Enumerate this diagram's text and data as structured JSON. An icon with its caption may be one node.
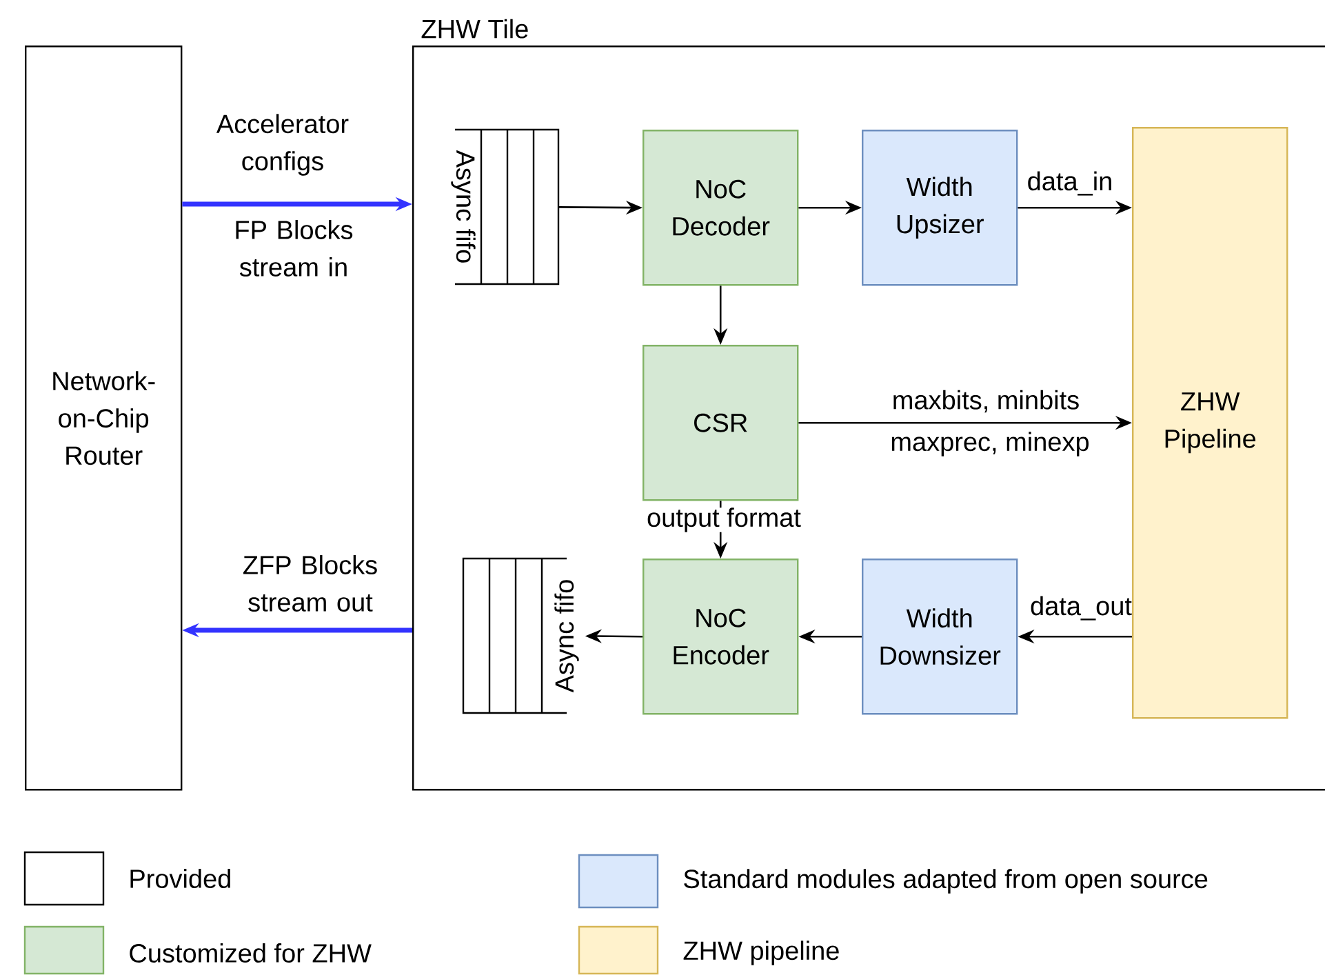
{
  "diagram": {
    "nodes": [
      {
        "text": [
          "Network-on-Chip Router"
        ]
      },
      {
        "text": [
          "ZHW Tile"
        ]
      },
      {
        "text": [
          "Async fifo"
        ],
        "in": 1
      },
      {
        "text": [
          "NoC Decoder"
        ],
        "in": 1
      },
      {
        "text": [
          "Width Upsizer"
        ],
        "in": 1
      },
      {
        "text": [
          "ZHW Pipeline"
        ],
        "in": 1
      },
      {
        "text": [
          "CSR"
        ],
        "in": 1
      },
      {
        "text": [
          "Async fifo"
        ],
        "in": 1
      },
      {
        "text": [
          "NoC Encoder"
        ],
        "in": 1
      },
      {
        "text": [
          "Width Downsizer"
        ],
        "in": 1
      }
    ],
    "edges": [
      {
        "from": 0,
        "to": 1,
        "arrow": "to",
        "label": "Accelerator configs",
        "style": "thick",
        "color": "#3333ff"
      },
      {
        "from": 2,
        "to": 3,
        "arrow": "to"
      },
      {
        "from": 3,
        "to": 4,
        "arrow": "to"
      },
      {
        "from": 4,
        "to": 5,
        "arrow": "to",
        "label": "data_in"
      },
      {
        "from": 3,
        "to": 6,
        "arrow": "to"
      },
      {
        "from": 6,
        "to": 5,
        "arrow": "to",
        "label": "maxbits, minbits"
      },
      {
        "from": 6,
        "to": 8,
        "arrow": "to",
        "label": "output format"
      },
      {
        "from": 5,
        "to": 9,
        "arrow": "to",
        "label": "data_out"
      },
      {
        "from": 9,
        "to": 8,
        "arrow": "to"
      },
      {
        "from": 8,
        "to": 7,
        "arrow": "to"
      },
      {
        "from": 1,
        "to": 0,
        "arrow": "to",
        "label": "ZFP Blocks stream out",
        "style": "thick",
        "color": "#3333ff"
      }
    ],
    "labels": [
      "FP Blocks stream in",
      "maxprec, minexp"
    ],
    "legend": [
      {
        "text": "Provided"
      },
      {
        "text": "Customized for ZHW",
        "color": "#d5e8d4"
      },
      {
        "text": "Standard modules adapted from open source",
        "color": "#dae8fc"
      },
      {
        "text": "ZHW pipeline",
        "color": "#fff2cc"
      }
    ]
  }
}
